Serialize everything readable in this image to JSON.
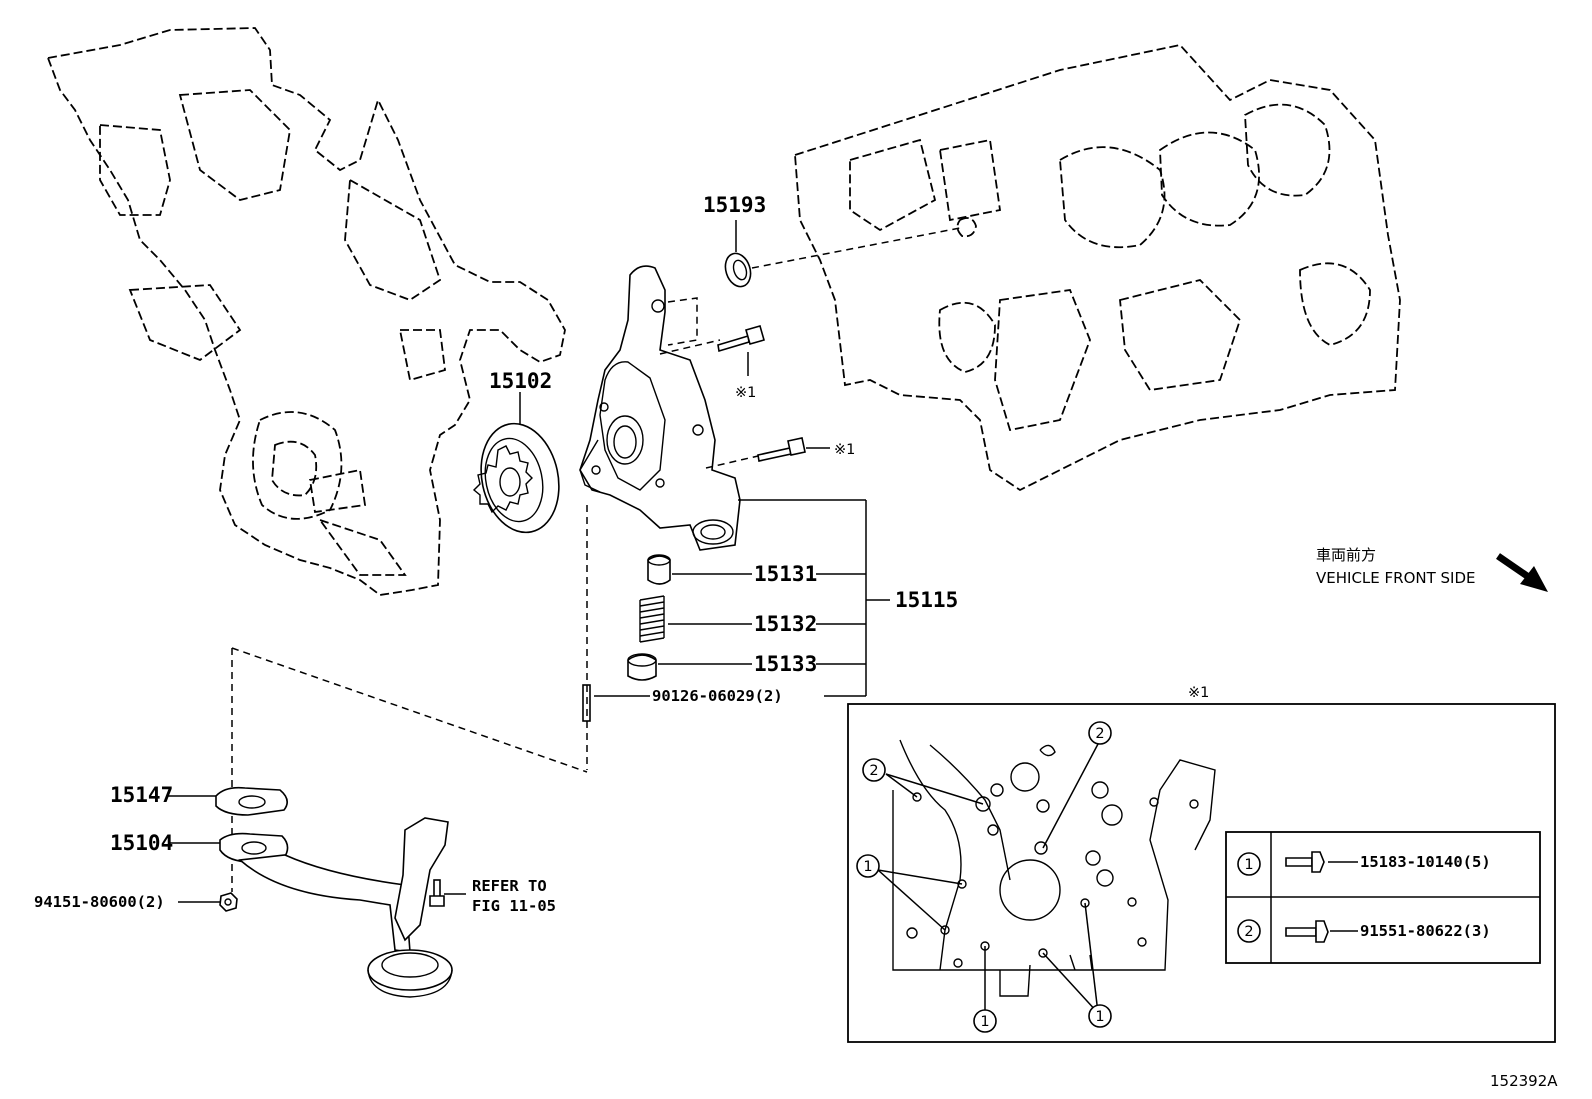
{
  "diagram": {
    "callouts": {
      "p15193": "15193",
      "p15102": "15102",
      "p15131": "15131",
      "p15132": "15132",
      "p15133": "15133",
      "p15115": "15115",
      "p90126": "90126-06029(2)",
      "p15147": "15147",
      "p15104": "15104",
      "p94151": "94151-80600(2)",
      "bolt_mark_a": "※1",
      "bolt_mark_b": "※1"
    },
    "refer_to": {
      "line1": "REFER TO",
      "line2": "FIG 11-05"
    },
    "vehicle_front": {
      "japanese": "車両前方",
      "english": "VEHICLE FRONT SIDE"
    },
    "detail": {
      "marker": "※1",
      "circle_labels": [
        "2",
        "2",
        "1",
        "1",
        "1"
      ],
      "table": [
        {
          "key": "1",
          "part": "15183-10140(5)"
        },
        {
          "key": "2",
          "part": "91551-80622(3)"
        }
      ]
    },
    "figure_id": "152392A"
  }
}
